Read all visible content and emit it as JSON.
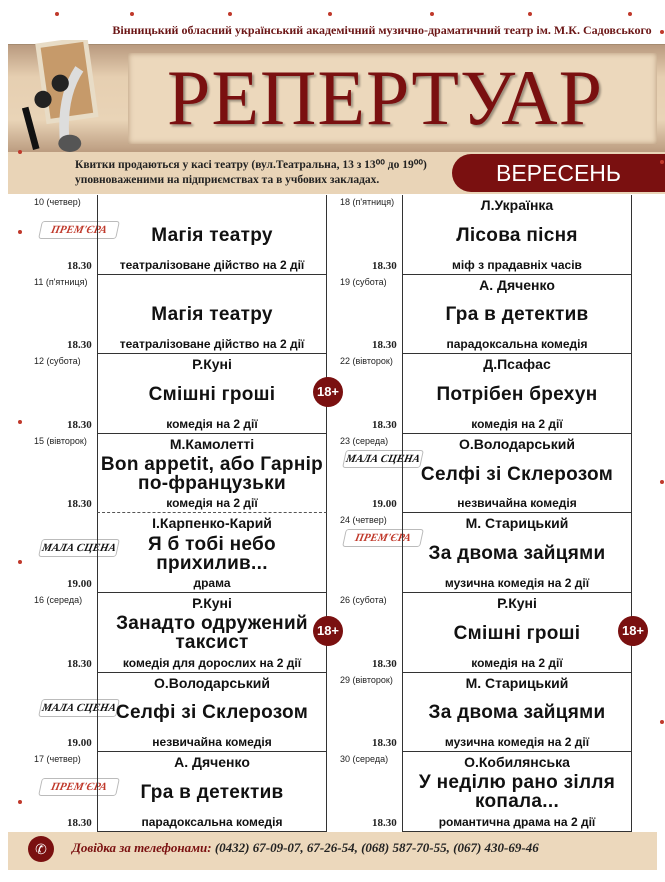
{
  "header": {
    "theatre": "Вінницький обласний український академічний музично-драматичний театр ім. М.К. Садовського",
    "title": "РЕПЕРТУАР",
    "tickets_line1": "Квитки продаються у касі театру (вул.Театральна, 13 з 13⁰⁰ до 19⁰⁰)",
    "tickets_line2": "уповноваженими на підприємствах та в учбових закладах.",
    "month": "ВЕРЕСЕНЬ"
  },
  "labels": {
    "premiere": "ПРЕМ'ЄРА",
    "small_stage": "МАЛА СЦЕНА",
    "age": "18+"
  },
  "colors": {
    "accent": "#7a1010",
    "beige": "#e9d4b7"
  },
  "left": [
    {
      "date": "10 (четвер)",
      "time": "18.30",
      "badge": "premiere",
      "author": "",
      "play": "Магія театру",
      "genre": "театралізоване дійство на 2 дії"
    },
    {
      "date": "11 (п'ятниця)",
      "time": "18.30",
      "author": "",
      "play": "Магія театру",
      "genre": "театралізоване дійство на 2 дії"
    },
    {
      "date": "12 (субота)",
      "time": "18.30",
      "author": "Р.Куні",
      "play": "Смішні гроші",
      "genre": "комедія на 2 дії",
      "age": true
    },
    {
      "date": "15 (вівторок)",
      "time": "18.30",
      "author": "М.Камолетті",
      "play": "Bon appetit, або Гарнір по-французьки",
      "genre": "комедія на 2 дії",
      "dash": true
    },
    {
      "date": "",
      "time": "19.00",
      "badge": "small",
      "author": "І.Карпенко-Карий",
      "play": "Я б тобі небо прихилив...",
      "genre": "драма"
    },
    {
      "date": "16 (середа)",
      "time": "18.30",
      "author": "Р.Куні",
      "play": "Занадто одружений таксист",
      "genre": "комедія для дорослих на 2 дії",
      "age": true
    },
    {
      "date": "",
      "time": "19.00",
      "badge": "small",
      "author": "О.Володарський",
      "play": "Селфі зі Склерозом",
      "genre": "незвичайна комедія"
    },
    {
      "date": "17 (четвер)",
      "time": "18.30",
      "badge": "premiere",
      "author": "А. Дяченко",
      "play": "Гра в детектив",
      "genre": "парадоксальна комедія"
    }
  ],
  "right": [
    {
      "date": "18 (п'ятниця)",
      "time": "18.30",
      "author": "Л.Українка",
      "play": "Лісова пісня",
      "genre": "міф з прадавніх часів"
    },
    {
      "date": "19 (субота)",
      "time": "18.30",
      "author": "А. Дяченко",
      "play": "Гра в детектив",
      "genre": "парадоксальна комедія"
    },
    {
      "date": "22 (вівторок)",
      "time": "18.30",
      "author": "Д.Псафас",
      "play": "Потрібен брехун",
      "genre": "комедія на 2 дії"
    },
    {
      "date": "23 (середа)",
      "time": "19.00",
      "badge": "small",
      "author": "О.Володарський",
      "play": "Селфі зі Склерозом",
      "genre": "незвичайна комедія"
    },
    {
      "date": "24 (четвер)",
      "time": "",
      "badge": "premiere",
      "author": "М. Старицький",
      "play": "За двома зайцями",
      "genre": "музична комедія на 2 дії"
    },
    {
      "date": "26 (субота)",
      "time": "18.30",
      "author": "Р.Куні",
      "play": "Смішні гроші",
      "genre": "комедія на 2 дії",
      "age": true
    },
    {
      "date": "29 (вівторок)",
      "time": "18.30",
      "author": "М. Старицький",
      "play": "За двома зайцями",
      "genre": "музична комедія на 2 дії"
    },
    {
      "date": "30 (середа)",
      "time": "18.30",
      "author": "О.Кобилянська",
      "play": "У неділю рано зілля копала...",
      "genre": "романтична драма на 2 дії"
    }
  ],
  "footer": {
    "label": "Довідка за телефонами:",
    "phones": "(0432) 67-09-07, 67-26-54, (068) 587-70-55, (067) 430-69-46",
    "icon": "phone-icon"
  }
}
